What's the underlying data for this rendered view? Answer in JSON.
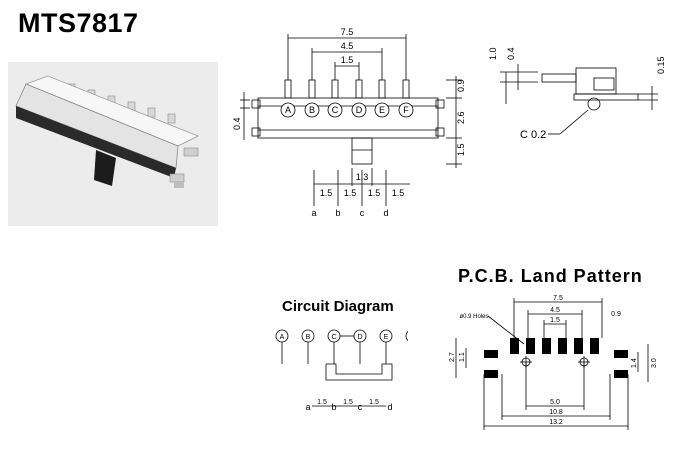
{
  "title": "MTS7817",
  "circuit_title": "Circuit Diagram",
  "pcb_title": "P.C.B. Land Pattern",
  "top_view": {
    "dim_overall": "7.5",
    "dim_mid": "4.5",
    "dim_pitch": "1.5",
    "dim_right_top": "0.9",
    "dim_body": "2.6",
    "dim_left": "0.4",
    "dim_bottom": "1.5",
    "dim_knob": "1.3",
    "pins": [
      "A",
      "B",
      "C",
      "D",
      "E",
      "F"
    ],
    "pitch_labels": [
      "1.5",
      "1.5",
      "1.5",
      "1.5"
    ],
    "pos_labels": [
      "a",
      "b",
      "c",
      "d"
    ]
  },
  "side_view": {
    "dim_a": "1.0",
    "dim_b": "0.4",
    "dim_c": "0.15",
    "chamfer": "C 0.2"
  },
  "circuit": {
    "pins": [
      "A",
      "B",
      "C",
      "D",
      "E",
      "F"
    ],
    "positions": [
      "a",
      "b",
      "c",
      "d"
    ],
    "pitch": [
      "1.5",
      "1.5",
      "1.5"
    ]
  },
  "pcb": {
    "holes_label": "ø0.9 Holes",
    "dim_75": "7.5",
    "dim_45": "4.5",
    "dim_15": "1.5",
    "dim_09": "0.9",
    "dim_27": "2.7",
    "dim_11": "1.1",
    "dim_14": "1.4",
    "dim_30": "3.0",
    "dim_50": "5.0",
    "dim_108": "10.8",
    "dim_132": "13.2"
  }
}
